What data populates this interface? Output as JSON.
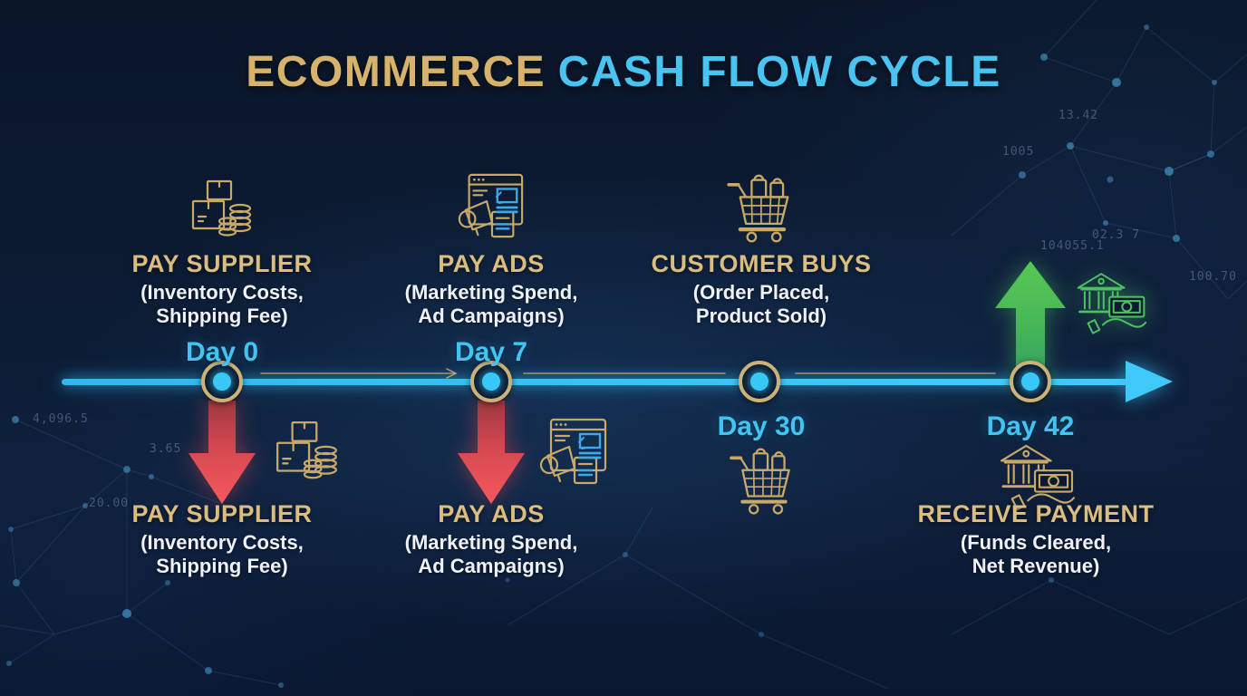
{
  "title": {
    "part1": "ECOMMERCE",
    "part2": "CASH FLOW CYCLE"
  },
  "timeline": {
    "direction": "left-to-right",
    "events": [
      {
        "day_label": "Day 0",
        "cash_arrow": "down-red",
        "above": {
          "title": "PAY SUPPLIER",
          "sub1": "(Inventory Costs,",
          "sub2": "Shipping Fee)"
        },
        "below": {
          "title": "PAY SUPPLIER",
          "sub1": "(Inventory Costs,",
          "sub2": "Shipping Fee)"
        },
        "icon": "boxes-coins-icon"
      },
      {
        "day_label": "Day 7",
        "cash_arrow": "down-red",
        "above": {
          "title": "PAY ADS",
          "sub1": "(Marketing Spend,",
          "sub2": "Ad Campaigns)"
        },
        "below": {
          "title": "PAY ADS",
          "sub1": "(Marketing Spend,",
          "sub2": "Ad Campaigns)"
        },
        "icon": "megaphone-browser-icon"
      },
      {
        "day_label": "Day 30",
        "cash_arrow": "none",
        "above": {
          "title": "CUSTOMER BUYS",
          "sub1": "(Order Placed,",
          "sub2": "Product Sold)"
        },
        "icon": "shopping-cart-icon"
      },
      {
        "day_label": "Day 42",
        "cash_arrow": "up-green",
        "below": {
          "title": "RECEIVE PAYMENT",
          "sub1": "(Funds Cleared,",
          "sub2": "Net Revenue)"
        },
        "icon": "bank-money-icon"
      }
    ]
  },
  "colors": {
    "background": "#0c1b33",
    "gold_text": "#dcbd80",
    "title_gold": "#d6b26b",
    "cyan": "#41c4f2",
    "timeline_blue": "#3ac6f6",
    "node_ring_gold": "#cdb277",
    "cash_out_red": "#e8505a",
    "cash_in_green": "#4db954",
    "icon_gold": "#c9a968",
    "icon_green": "#4cc162",
    "white_text": "#eef2f7"
  },
  "background": {
    "numbers": [
      "13.42",
      "1005",
      "02.3 7",
      "104055.1",
      "100.70",
      "4,096.5",
      "3.65",
      "20.00"
    ]
  }
}
